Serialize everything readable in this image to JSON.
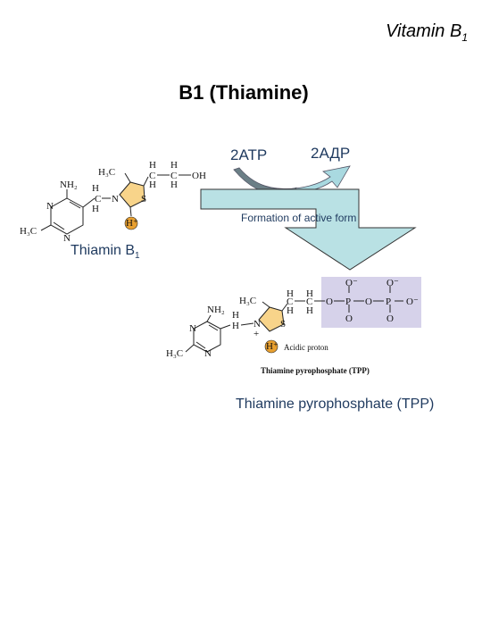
{
  "header": {
    "title_main": "Vitamin B",
    "title_sub": "1"
  },
  "slide": {
    "title": "B1 (Thiamine)"
  },
  "reaction": {
    "atp_label": "2ATP",
    "adp_label": "2АДР",
    "process_label": "Formation of active form"
  },
  "thiamin_structure": {
    "caption_main": "Thiamin B",
    "caption_sub": "1",
    "atoms": {
      "nh2": "NH₂",
      "h3c_methyl_ring": "H₃C",
      "h3c_thiazole": "H₃C",
      "n": "N",
      "s": "S",
      "c": "C",
      "h": "H",
      "oh": "OH",
      "hplus": "H⁺"
    }
  },
  "tpp_structure": {
    "caption": "Thiamine pyrophosphate (TPP)",
    "figure_caption": "Thiamine pyrophosphate (TPP)",
    "acidic_proton_label": "Acidic proton",
    "atoms": {
      "nh2": "NH₂",
      "h3c": "H₃C",
      "n": "N",
      "s": "S",
      "c": "C",
      "h": "H",
      "o": "O",
      "p": "P",
      "o_minus": "O⁻",
      "hplus": "H⁺"
    }
  },
  "colors": {
    "thiazole_fill": "#f8d48a",
    "hplus_fill": "#e8a030",
    "phosphate_box": "#d6d2ea",
    "arrow_fill": "#b9e1e4",
    "curved_arrow_dark": "#6b7f86",
    "curved_arrow_light": "#a9d9e0",
    "label_blue": "#1f3a5f"
  }
}
